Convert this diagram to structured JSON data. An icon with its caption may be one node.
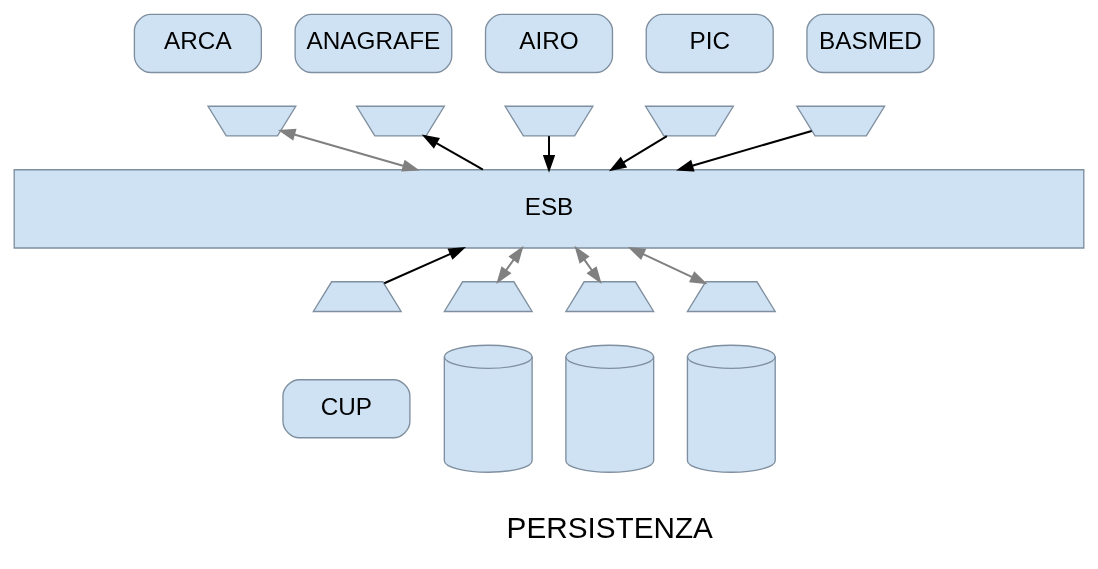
{
  "diagram": {
    "nodes": [
      {
        "text": [
          "ARCA"
        ]
      },
      {
        "text": [
          "ANAGRAFE"
        ]
      },
      {
        "text": [
          "AIRO"
        ]
      },
      {
        "text": [
          "PIC"
        ]
      },
      {
        "text": [
          "BASMED"
        ]
      },
      {
        "text": [],
        "shape": "trapezoid"
      },
      {
        "text": [],
        "shape": "trapezoid"
      },
      {
        "text": [],
        "shape": "trapezoid"
      },
      {
        "text": [],
        "shape": "trapezoid"
      },
      {
        "text": [],
        "shape": "trapezoid"
      },
      {
        "text": [
          "ESB"
        ]
      },
      {
        "text": [],
        "shape": "trapezoid"
      },
      {
        "text": [],
        "shape": "trapezoid"
      },
      {
        "text": [],
        "shape": "trapezoid"
      },
      {
        "text": [],
        "shape": "trapezoid"
      },
      {
        "text": [
          "CUP"
        ]
      },
      {
        "text": [],
        "shape": "cylinder"
      },
      {
        "text": [],
        "shape": "cylinder"
      },
      {
        "text": [],
        "shape": "cylinder"
      }
    ],
    "edges": [
      {
        "from": 5,
        "to": 10,
        "arrow": "both",
        "color": "#808080"
      },
      {
        "from": 10,
        "to": 6,
        "arrow": "to"
      },
      {
        "from": 7,
        "to": 10,
        "arrow": "to"
      },
      {
        "from": 8,
        "to": 10,
        "arrow": "to"
      },
      {
        "from": 9,
        "to": 10,
        "arrow": "to"
      },
      {
        "from": 11,
        "to": 10,
        "arrow": "to"
      },
      {
        "from": 12,
        "to": 10,
        "arrow": "both",
        "color": "#808080"
      },
      {
        "from": 13,
        "to": 10,
        "arrow": "both",
        "color": "#808080"
      },
      {
        "from": 14,
        "to": 10,
        "arrow": "both",
        "color": "#808080"
      }
    ],
    "labels": [
      "PERSISTENZA"
    ]
  }
}
